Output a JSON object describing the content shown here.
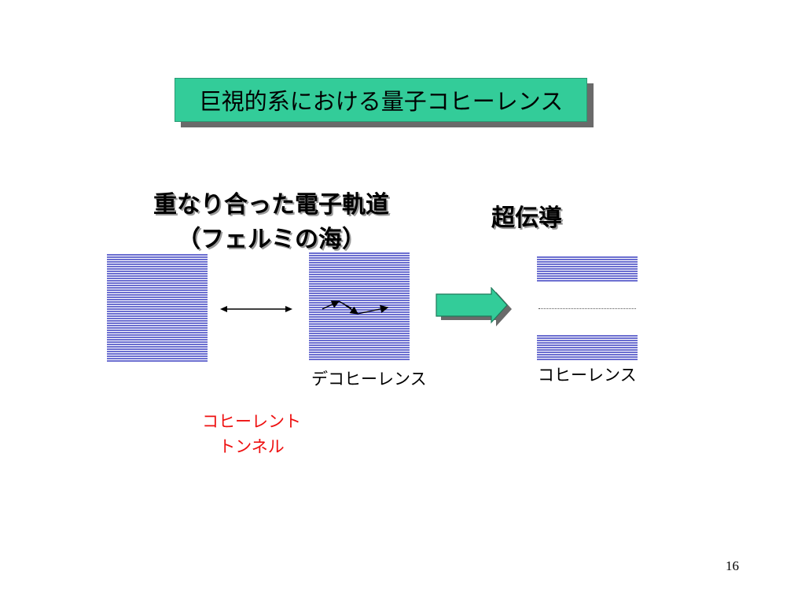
{
  "title": "巨視的系における量子コヒーレンス",
  "heading_orbitals": {
    "line1": "重なり合った電子軌道",
    "line2": "（フェルミの海）"
  },
  "heading_superconductivity": "超伝導",
  "labels": {
    "decoherence": "デコヒーレンス",
    "coherence": "コヒーレンス",
    "tunnel_line1": "コヒーレント",
    "tunnel_line2": "トンネル"
  },
  "page_number": "16",
  "colors": {
    "title_bg": "#33cc99",
    "band_stripe": "#6b6ed0",
    "arrow_fill": "#33cc99",
    "tunnel_text": "#ee1111"
  }
}
